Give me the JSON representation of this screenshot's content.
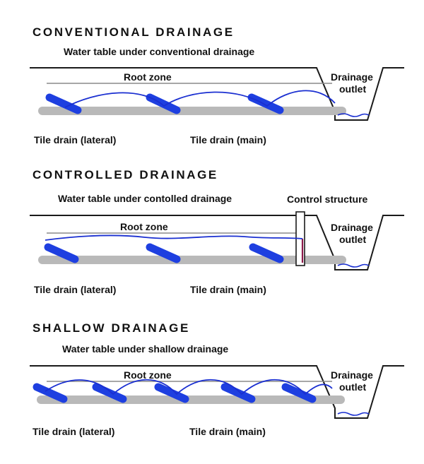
{
  "colors": {
    "water": "#1a2fd1",
    "pipe": "#b9b9b9",
    "lateral": "#1e3fe0",
    "ground": "#1a1a1a",
    "control_marker": "#8b1a4a"
  },
  "panels": [
    {
      "heading": "CONVENTIONAL DRAINAGE",
      "water_table_label": "Water table under conventional drainage",
      "root_zone_label": "Root zone",
      "outlet_label_line1": "Drainage",
      "outlet_label_line2": "outlet",
      "lateral_label": "Tile drain (lateral)",
      "main_label": "Tile drain (main)"
    },
    {
      "heading": "CONTROLLED DRAINAGE",
      "water_table_label": "Water table under contolled drainage",
      "control_structure_label": "Control structure",
      "root_zone_label": "Root zone",
      "outlet_label_line1": "Drainage",
      "outlet_label_line2": "outlet",
      "lateral_label": "Tile drain (lateral)",
      "main_label": "Tile drain (main)"
    },
    {
      "heading": "SHALLOW DRAINAGE",
      "water_table_label": "Water table under shallow drainage",
      "root_zone_label": "Root zone",
      "outlet_label_line1": "Drainage",
      "outlet_label_line2": "outlet",
      "lateral_label": "Tile drain (lateral)",
      "main_label": "Tile drain (main)"
    }
  ]
}
